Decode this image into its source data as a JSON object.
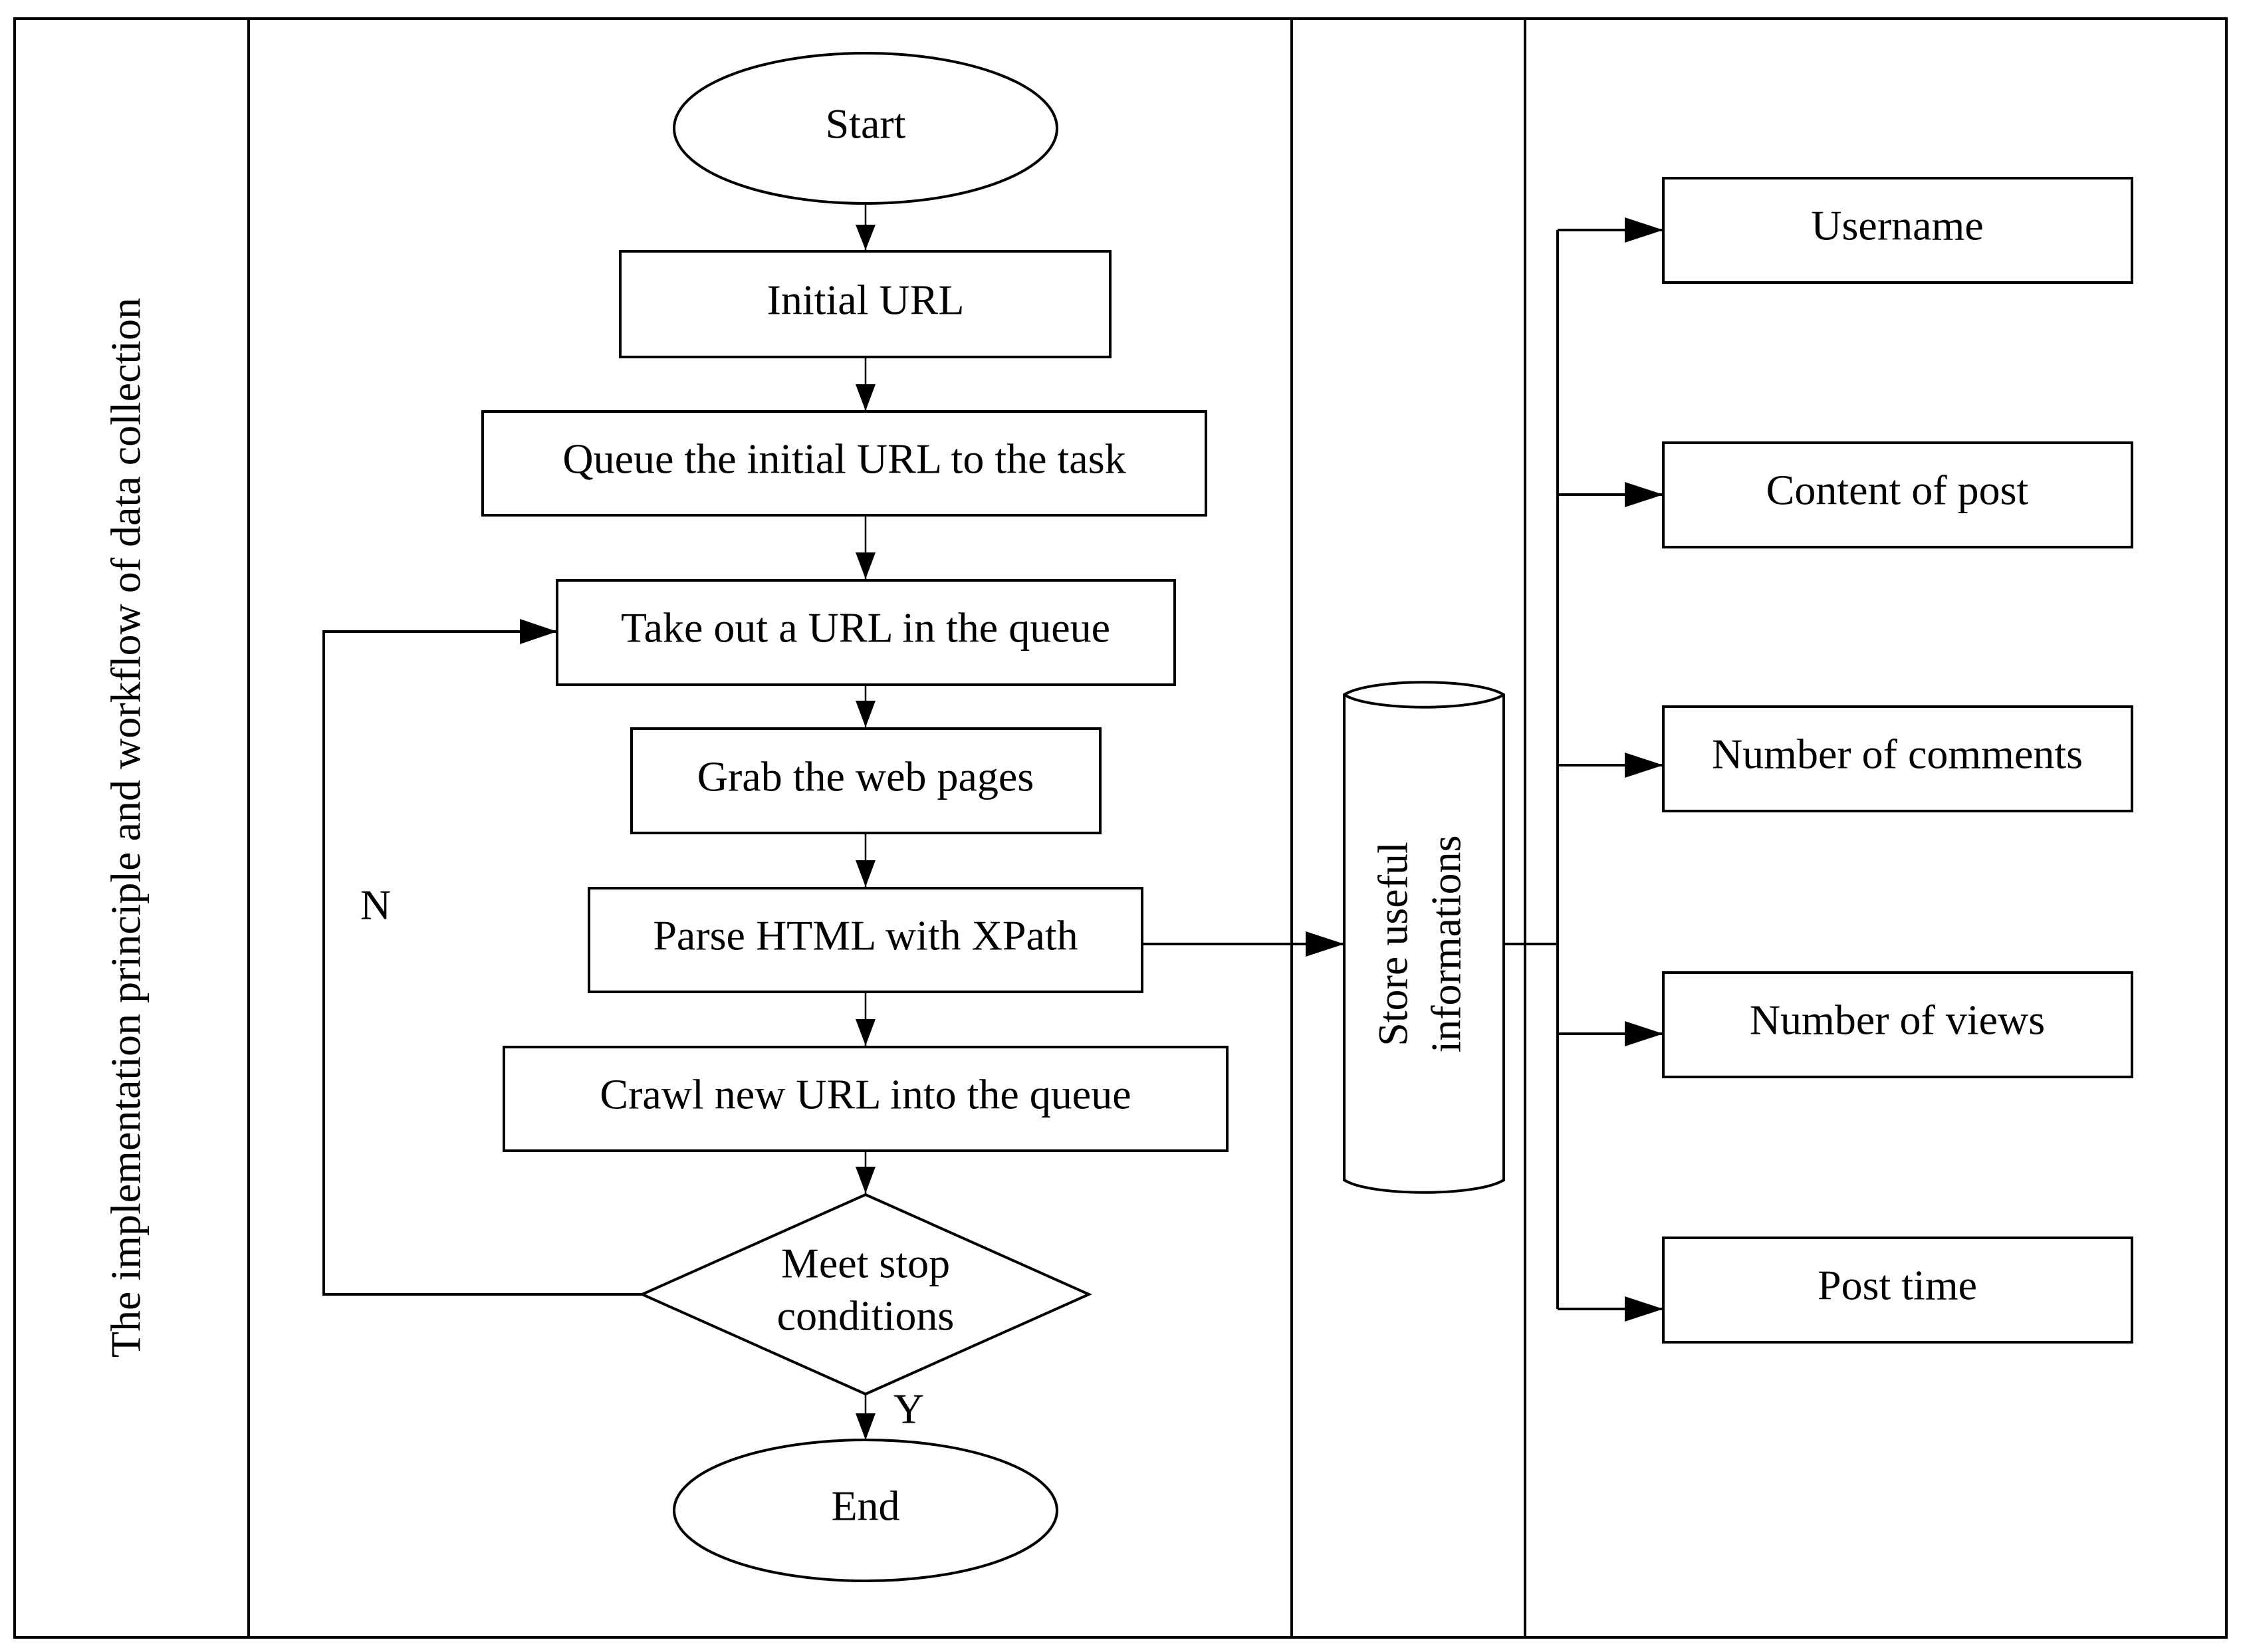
{
  "side_label": "The implementation principle and workflow of data collection",
  "flow": {
    "start": "Start",
    "initial_url": "Initial URL",
    "queue_initial": "Queue the initial URL to the task",
    "take_out": "Take out a URL in the queue",
    "grab": "Grab the web pages",
    "parse": "Parse HTML with XPath",
    "crawl": "Crawl new URL into the queue",
    "decision_line1": "Meet stop",
    "decision_line2": "conditions",
    "end": "End",
    "no_label": "N",
    "yes_label": "Y"
  },
  "storage": {
    "line1": "Store useful",
    "line2": "informations"
  },
  "fields": [
    "Username",
    "Content of post",
    "Number of comments",
    "Number of views",
    "Post time"
  ]
}
